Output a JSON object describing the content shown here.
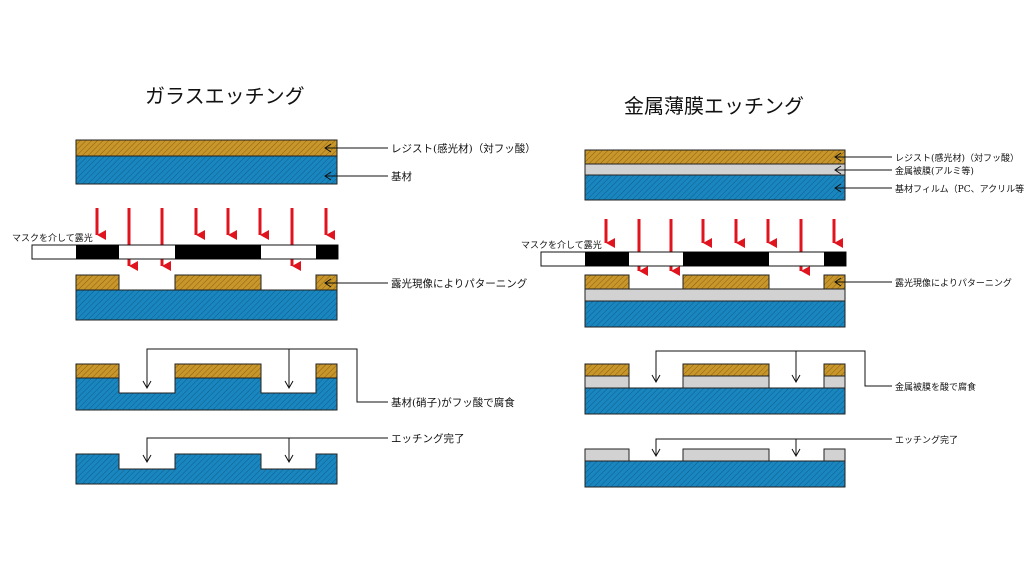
{
  "glass": {
    "title": "ガラスエッチング",
    "labels": {
      "resist": "レジスト(感光材)（対フッ酸）",
      "substrate": "基材",
      "mask": "マスクを介して露光",
      "pattern": "露光現像によりパターニング",
      "etch": "基材(硝子)がフッ酸で腐食",
      "done": "エッチング完了"
    }
  },
  "metal": {
    "title": "金属薄膜エッチング",
    "labels": {
      "resist": "レジスト(感光材)（対フッ酸）",
      "film": "金属被膜(アルミ等)",
      "substrate": "基材フィルム（PC、アクリル等）",
      "mask": "マスクを介して露光",
      "pattern": "露光現像によりパターニング",
      "etch": "金属被膜を酸で腐食",
      "done": "エッチング完了"
    }
  },
  "colors": {
    "resist": "#c8962a",
    "substrate": "#1a86bf",
    "film": "#d2d2d2",
    "arrow": "#e0141e",
    "mask": "#000000"
  }
}
